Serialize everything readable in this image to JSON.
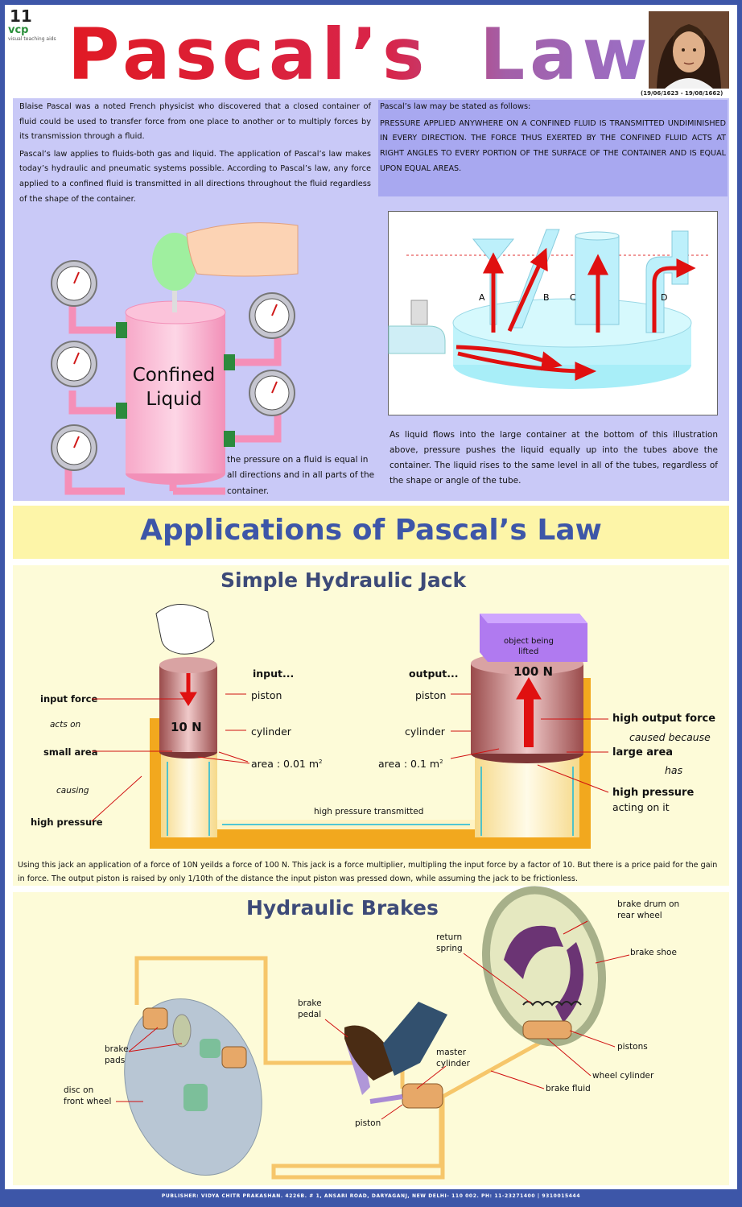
{
  "header": {
    "logo_number": "11",
    "logo_brand": "vcp",
    "logo_tagline": "visual teaching aids",
    "corner_label": "PASCAL'S LAW",
    "title_left": "Pascal’s",
    "title_right": "Law",
    "dates": "(19/06/1623 - 19/08/1662)"
  },
  "intro": {
    "paragraph_1": "Blaise Pascal was a noted French physicist who discovered that a closed container of fluid could be used to transfer force from one place to another or to multiply forces by its transmission through a fluid.",
    "paragraph_2": "Pascal’s law applies to fluids-both gas and liquid. The application of Pascal’s law makes today’s hydraulic and pneumatic systems possible. According to Pascal’s law, any force applied to a confined fluid is transmitted in all directions throughout the fluid regardless of the shape of the container."
  },
  "law": {
    "lead": "Pascal’s law may be stated as follows:",
    "statement": "PRESSURE APPLIED ANYWHERE ON A CONFINED FLUID IS TRANSMITTED UNDIMINISHED IN EVERY DIRECTION. THE FORCE THUS EXERTED BY THE CONFINED FLUID ACTS AT RIGHT ANGLES TO EVERY PORTION OF THE SURFACE OF THE CONTAINER AND IS EQUAL UPON EQUAL AREAS."
  },
  "confined": {
    "label_line1": "Confined",
    "label_line2": "Liquid",
    "caption": "the pressure on a fluid is equal in all directions and in all parts of the container."
  },
  "vessels": {
    "labels": [
      "A",
      "B",
      "C",
      "D"
    ],
    "caption": "As liquid flows into the large container at the bottom of this illustration above, pressure pushes the liquid equally up into the tubes above the container. The liquid rises to the same level in all of the tubes, regardless of the shape or angle of the tube."
  },
  "applications": {
    "title": "Applications of Pascal’s Law"
  },
  "jack": {
    "title": "Simple Hydraulic Jack",
    "input_heading": "input...",
    "output_heading": "output...",
    "piston_left": "piston",
    "piston_right": "piston",
    "cylinder_left": "cylinder",
    "cylinder_right": "cylinder",
    "area_left": "area : 0.01 m",
    "area_right": "area : 0.1 m",
    "area_exp": "2",
    "input_force": "input force",
    "acts_on": "acts on",
    "small_area": "small area",
    "causing": "causing",
    "high_pressure_left": "high pressure",
    "force_in": "10 N",
    "force_out": "100 N",
    "object_line1": "object being",
    "object_line2": "lifted",
    "high_output_force": "high output force",
    "caused_because": "caused because",
    "large_area": "large area",
    "has": "has",
    "high_pressure_right": "high pressure",
    "acting_on_it": "acting on it",
    "transmitted": "high pressure transmitted",
    "caption": "Using this jack an application of a force of 10N yeilds a force of 100 N. This jack is a force multiplier, multipling the input force by a factor of 10. But there is a price paid for the gain in force. The output piston is raised by only 1/10th of the distance the input piston was pressed down, while assuming the jack to be frictionless."
  },
  "brakes": {
    "title": "Hydraulic Brakes",
    "brake_drum_1": "brake drum on",
    "brake_drum_2": "rear wheel",
    "return_1": "return",
    "return_2": "spring",
    "brake_shoe": "brake shoe",
    "pedal_1": "brake",
    "pedal_2": "pedal",
    "pads_1": "brake",
    "pads_2": "pads",
    "pistons": "pistons",
    "master_1": "master",
    "master_2": "cylinder",
    "wheel_cylinder": "wheel cylinder",
    "brake_fluid": "brake fluid",
    "disc_1": "disc on",
    "disc_2": "front wheel",
    "piston": "piston"
  },
  "footer": {
    "text": "PUBLISHER: VIDYA CHITR PRAKASHAN. 4226B. # 1, ANSARI ROAD, DARYAGANJ, NEW DELHI- 110 002. PH: 11-23271400 | 9310015444"
  },
  "colors": {
    "frame": "#3d56a8",
    "title_red": "#d61e2a",
    "title_purple": "#9a6ab8",
    "arrow_red": "#e01010"
  }
}
